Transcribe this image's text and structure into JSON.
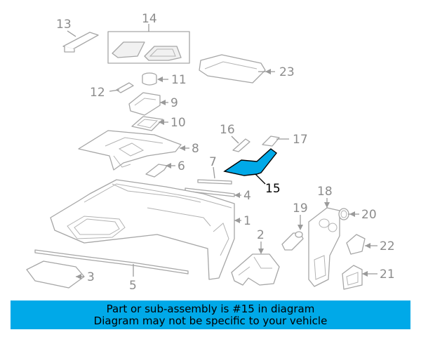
{
  "diagram": {
    "highlight_color": "#00a9e8",
    "highlighted_part": "15",
    "callouts": [
      "1",
      "2",
      "3",
      "4",
      "5",
      "6",
      "7",
      "8",
      "9",
      "10",
      "11",
      "12",
      "13",
      "14",
      "15",
      "16",
      "17",
      "18",
      "19",
      "20",
      "21",
      "22",
      "23"
    ]
  },
  "banner": {
    "line1": "Part or sub-assembly is #15 in diagram",
    "line2": "Diagram may not be specific to your vehicle",
    "background": "#00a9e8"
  }
}
